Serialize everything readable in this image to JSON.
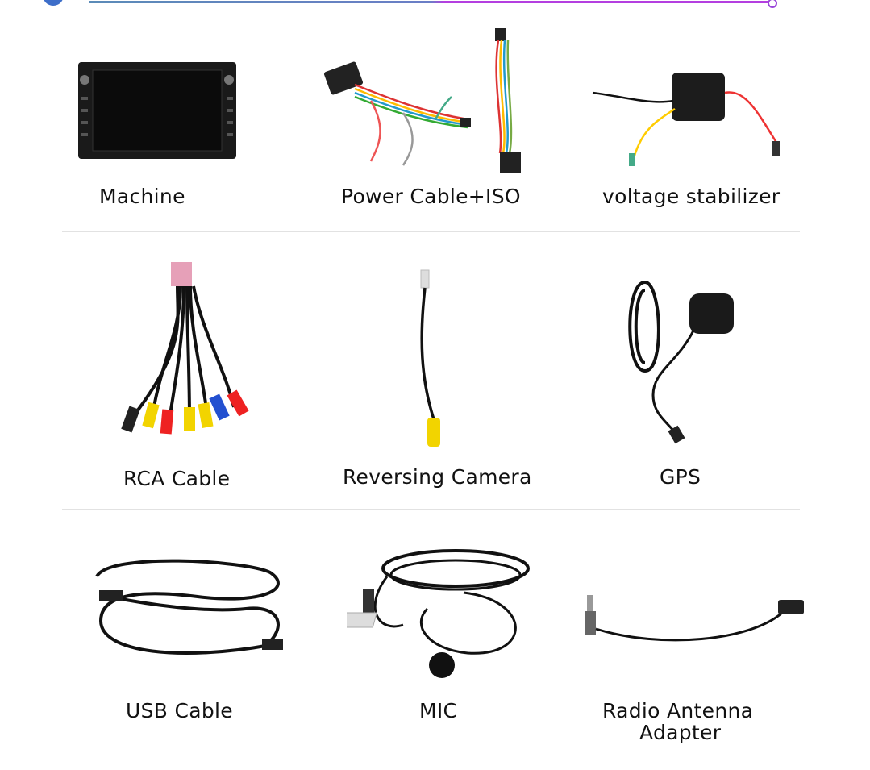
{
  "accent": {
    "line_start": "#4f86b8",
    "line_end": "#b13be0"
  },
  "items": [
    {
      "label": "Machine"
    },
    {
      "label": "Power Cable+ISO"
    },
    {
      "label": "voltage stabilizer"
    },
    {
      "label": "RCA Cable"
    },
    {
      "label": "Reversing  Camera"
    },
    {
      "label": "GPS"
    },
    {
      "label": "USB Cable"
    },
    {
      "label": "MIC"
    },
    {
      "label": "Radio Antenna",
      "label2": "Adapter"
    }
  ]
}
